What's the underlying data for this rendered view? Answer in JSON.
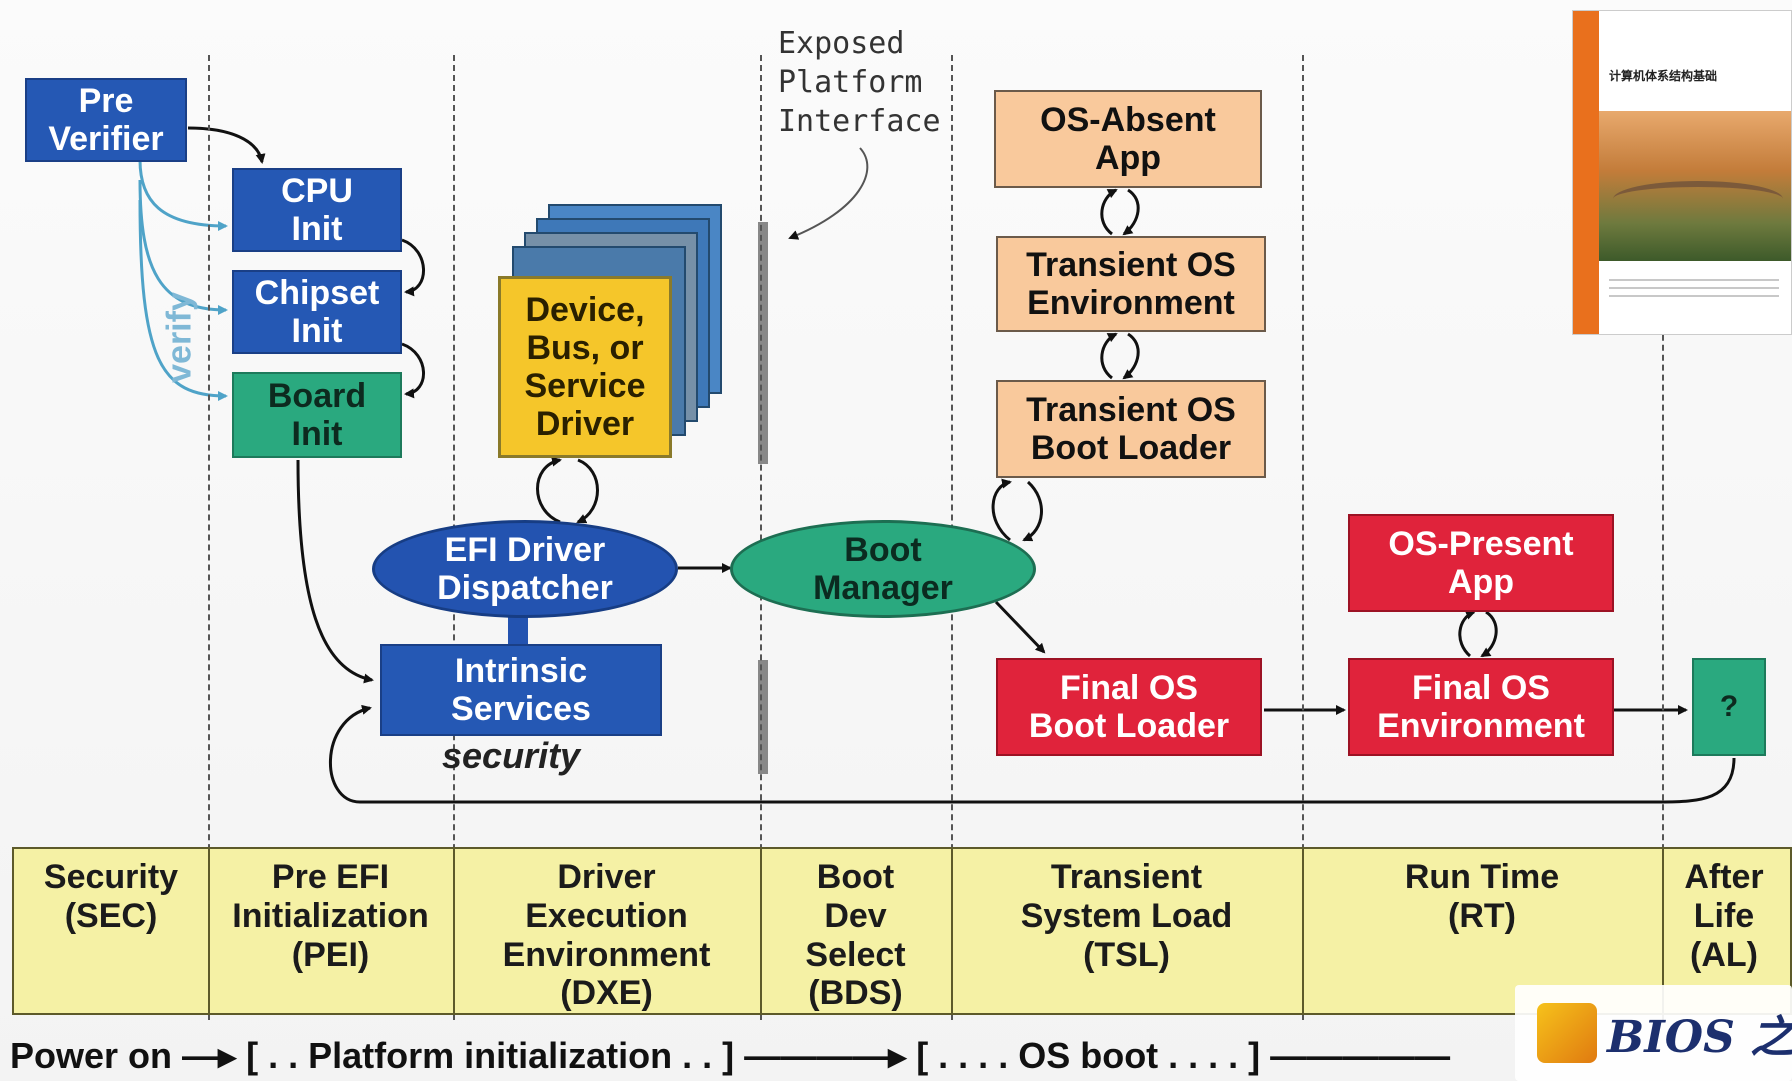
{
  "verify_label": "verify",
  "security_label": "security",
  "exposed_note": "Exposed\nPlatform\nInterface",
  "boxes": {
    "pre_verifier": "Pre\nVerifier",
    "cpu_init": "CPU\nInit",
    "chipset_init": "Chipset\nInit",
    "board_init": "Board\nInit",
    "device_driver": "Device,\nBus, or\nService\nDriver",
    "efi_dispatcher": "EFI Driver\nDispatcher",
    "intrinsic_services": "Intrinsic\nServices",
    "boot_manager": "Boot\nManager",
    "os_absent_app": "OS-Absent\nApp",
    "transient_os_env": "Transient OS\nEnvironment",
    "transient_os_loader": "Transient OS\nBoot Loader",
    "final_os_loader": "Final OS\nBoot Loader",
    "os_present_app": "OS-Present\nApp",
    "final_os_env": "Final OS\nEnvironment",
    "after_life_box": "?"
  },
  "phases": [
    "Security\n(SEC)",
    "Pre EFI\nInitialization\n(PEI)",
    "Driver\nExecution\nEnvironment\n(DXE)",
    "Boot\nDev\nSelect\n(BDS)",
    "Transient\nSystem Load\n(TSL)",
    "Run Time\n(RT)",
    "After\nLife\n(AL)"
  ],
  "bottom_line": "Power on —▸ [ . . Platform initialization . . ] ————▸ [ . . . . OS boot . . . . ] —————",
  "book_title": "计算机体系结构基础",
  "logo_text": "BIOS 之",
  "colors": {
    "blue": "#2558b4",
    "teal": "#2aa97f",
    "yellow": "#f5c62a",
    "peach": "#f9c99c",
    "red": "#e0233b",
    "phase_band": "#f5f1a5"
  }
}
